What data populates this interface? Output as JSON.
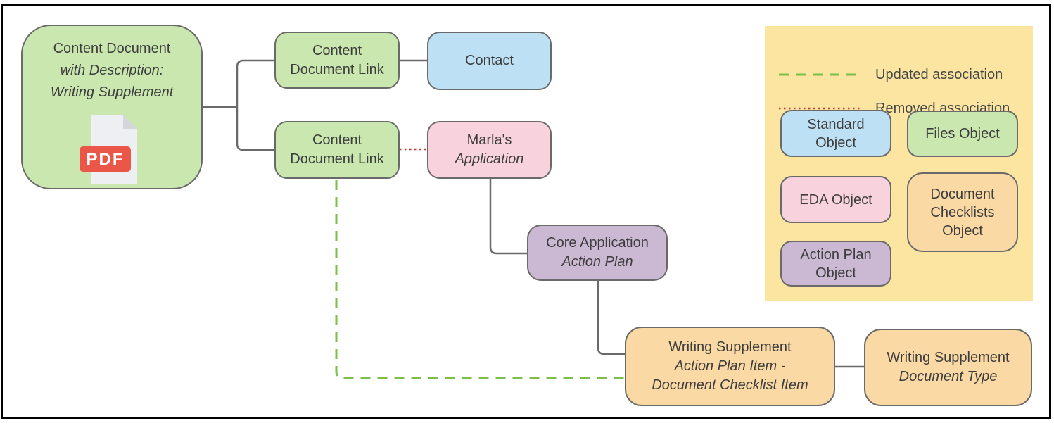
{
  "colors": {
    "files_green": "#c9e7ae",
    "standard_blue": "#bee0f4",
    "eda_pink": "#f8d3dd",
    "action_purple": "#cbb8d3",
    "checklist_orange": "#fbd9a4",
    "legend_bg": "#fbe5a1",
    "wire_grey": "#6a6a6a",
    "updated_green": "#7cbe4a",
    "removed_red": "#c23b38",
    "pdf_red": "#ea5749",
    "page_grey": "#edeff2",
    "fold_grey": "#d3d7db",
    "text_color": "#3d3d3d"
  },
  "nodes": {
    "content_document": {
      "title": "Content Document",
      "subtitle_line1": "with Description:",
      "subtitle_line2": "Writing Supplement"
    },
    "content_document_link_top": {
      "label": "Content Document Link"
    },
    "contact": {
      "label": "Contact"
    },
    "content_document_link_bottom": {
      "label": "Content Document Link"
    },
    "marlas_application": {
      "title": "Marla's",
      "subtitle": "Application"
    },
    "core_application": {
      "title": "Core Application",
      "subtitle": "Action Plan"
    },
    "writing_supplement_checklist": {
      "title": "Writing Supplement",
      "subtitle_line1": "Action Plan Item -",
      "subtitle_line2": "Document Checklist Item"
    },
    "writing_supplement_doctype": {
      "title": "Writing Supplement",
      "subtitle": "Document Type"
    }
  },
  "pdf_icon": {
    "label": "PDF"
  },
  "legend": {
    "updated_label": "Updated association",
    "removed_label": "Removed association",
    "standard_object": "Standard Object",
    "files_object": "Files Object",
    "eda_object": "EDA Object",
    "document_checklists_object": "Document Checklists Object",
    "action_plan_object": "Action Plan Object"
  }
}
